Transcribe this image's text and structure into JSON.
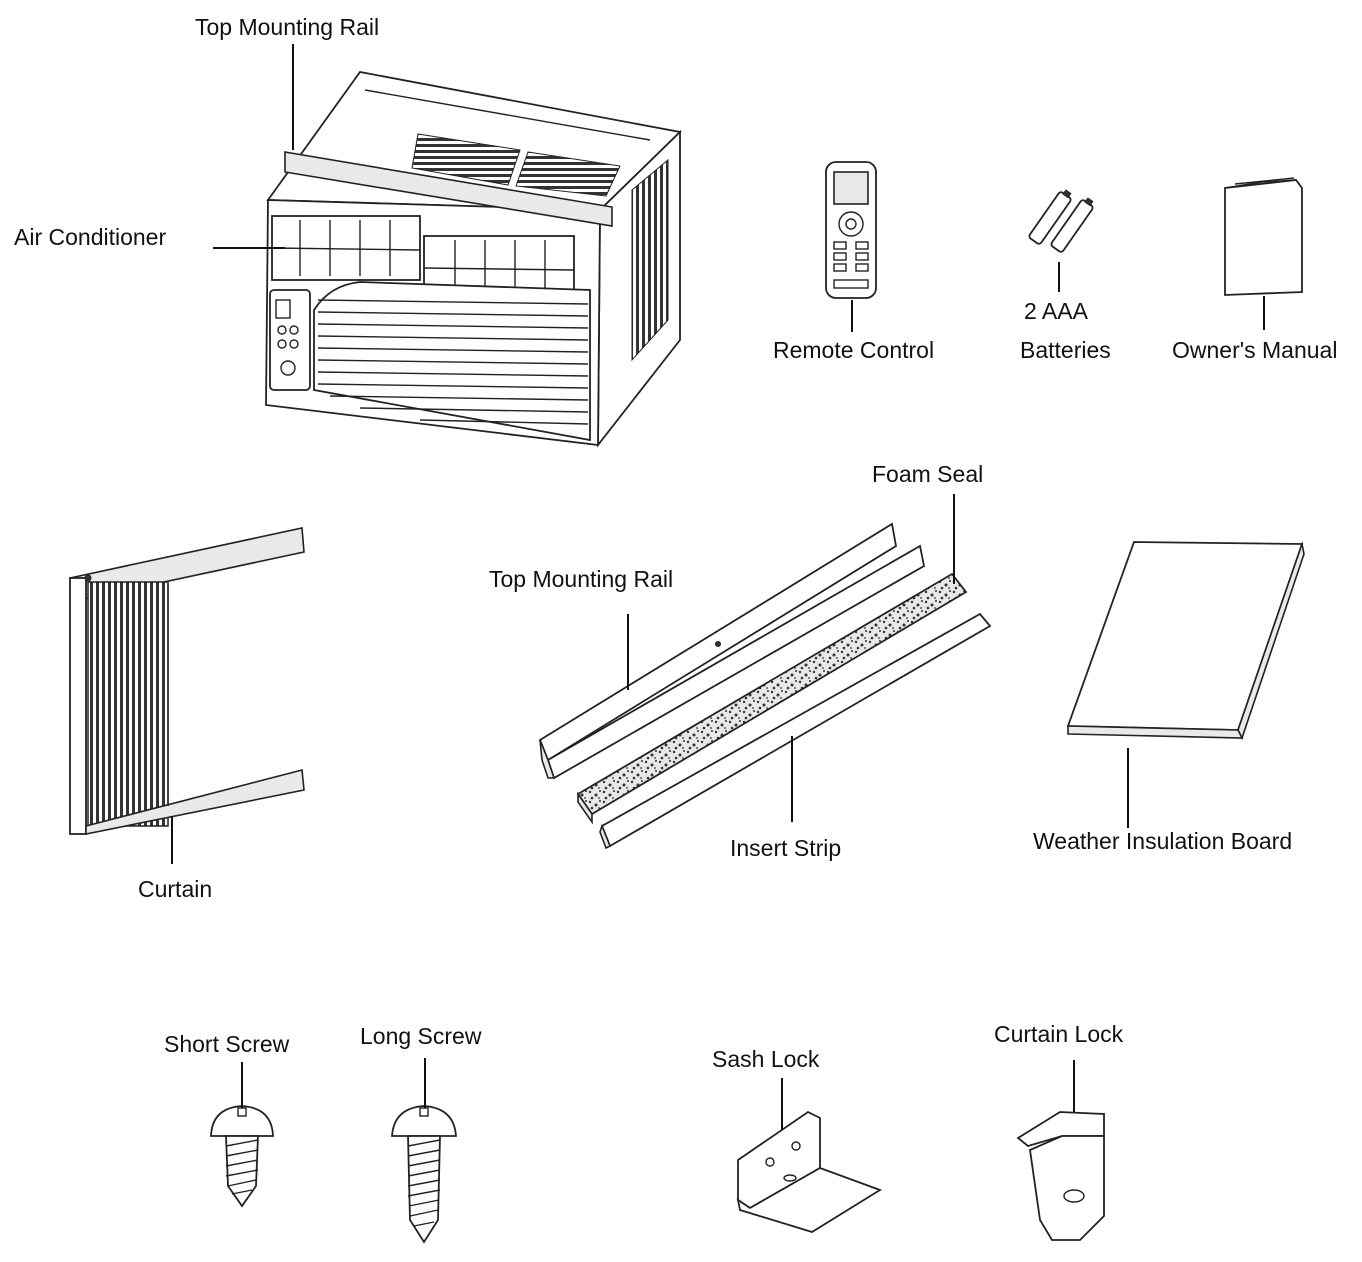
{
  "labels": {
    "top_rail_ac": "Top Mounting Rail",
    "air_conditioner": "Air Conditioner",
    "remote_control": "Remote Control",
    "batteries_count": "2 AAA",
    "batteries": "Batteries",
    "owners_manual": "Owner's Manual",
    "foam_seal": "Foam Seal",
    "top_rail_kit": "Top Mounting Rail",
    "insert_strip": "Insert Strip",
    "curtain": "Curtain",
    "weather_board": "Weather Insulation Board",
    "short_screw": "Short Screw",
    "long_screw": "Long Screw",
    "sash_lock": "Sash Lock",
    "curtain_lock": "Curtain Lock"
  },
  "icons": {
    "air_conditioner": "air-conditioner-icon",
    "remote": "remote-control-icon",
    "batteries": "battery-icon",
    "manual": "manual-icon",
    "curtain": "curtain-panel-icon",
    "rail": "mounting-rail-icon",
    "foam": "foam-seal-icon",
    "strip": "insert-strip-icon",
    "board": "insulation-board-icon",
    "screw": "screw-icon",
    "sash_lock": "sash-lock-icon",
    "curtain_lock": "curtain-lock-icon"
  }
}
